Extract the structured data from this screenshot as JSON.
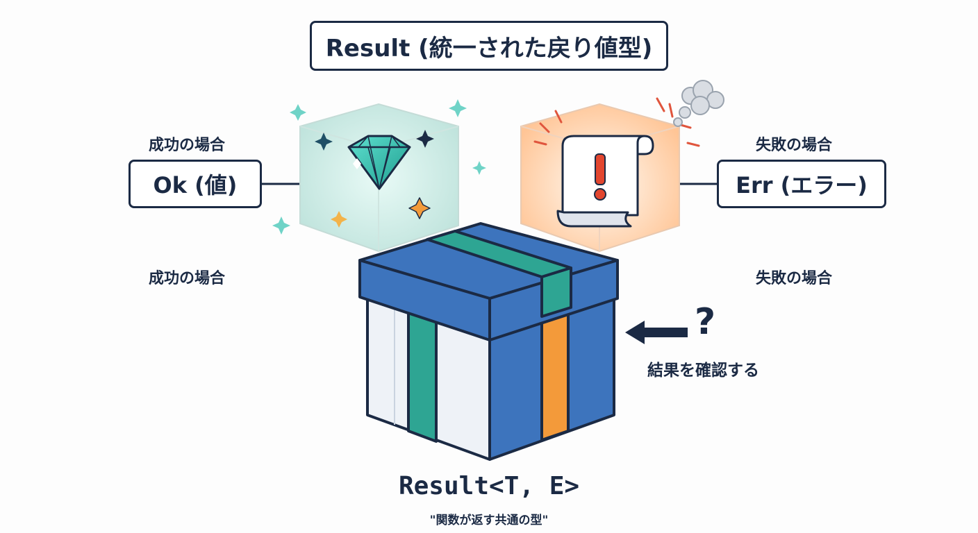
{
  "title": "Result (統一された戻り値型)",
  "ok": {
    "label": "Ok (値)",
    "caption_top": "成功の場合",
    "caption_bottom": "成功の場合"
  },
  "err": {
    "label": "Err (エラー)",
    "caption_top": "失敗の場合",
    "caption_bottom": "失敗の場合"
  },
  "check": {
    "symbol": "?",
    "caption": "結果を確認する"
  },
  "type": {
    "signature": "Result<T, E>",
    "description": "\"関数が返す共通の型\""
  },
  "icons": {
    "ok_content": "diamond-icon",
    "err_content": "error-scroll-icon",
    "container": "gift-box-icon",
    "arrow": "arrow-left-icon"
  },
  "colors": {
    "ink": "#1b2a44",
    "box_blue": "#3d74bd",
    "ribbon_teal": "#2ea593",
    "ribbon_orange": "#f39a3a",
    "ok_glow": "#bfe9e3",
    "err_glow": "#ffc79a",
    "err_mark": "#e2462f"
  }
}
